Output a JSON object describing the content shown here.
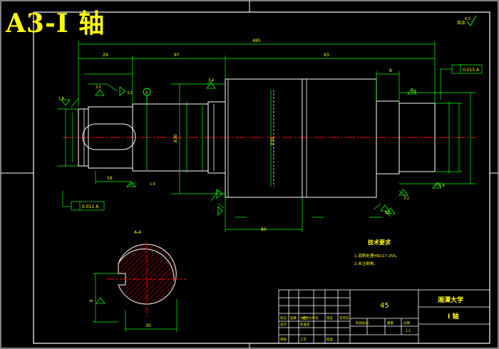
{
  "title": "A3-Ⅰ 轴",
  "overall_length": "485",
  "dims": {
    "d_29": "29",
    "d_97": "97",
    "d_93": "93",
    "d_8": "8",
    "d_80": "80",
    "d_16": "16",
    "d_830": "830",
    "d_mid": "830"
  },
  "tolerances": {
    "runout_top": "0.015 A",
    "runout_left": "0.012 A",
    "datum": "A"
  },
  "roughness": {
    "r1": "1.6",
    "r2": "3.2",
    "r3": "3.2",
    "r4": "1.6",
    "r5": "3.2",
    "r6": "3.2",
    "r7": "1.6",
    "r8": "3.2",
    "r9": "1.6",
    "corner": "其余"
  },
  "section": {
    "label": "A-A",
    "dim_bottom": "30",
    "dim_left": "6"
  },
  "tech": {
    "heading": "技术要求",
    "line1": "1.调质处理HB217-255。",
    "line2": "2.未注倒角。"
  },
  "title_block": {
    "material": "45",
    "school": "湘潭大学",
    "part": "I 轴",
    "row_a": [
      "标记",
      "处数",
      "分区",
      "更改文件号",
      "签名",
      "年月日"
    ],
    "row_b": [
      "设计",
      "标准化",
      "阶段标记",
      "重量",
      "比例"
    ],
    "row_c": [
      "审核",
      "工艺",
      "批准"
    ],
    "scale": "1:1"
  },
  "colors": {
    "line": "#ffffff",
    "dim": "#00ff00",
    "text_dim": "#ffff00",
    "center": "#ff0000",
    "hatch": "#ff0000",
    "title": "#ffff00"
  }
}
